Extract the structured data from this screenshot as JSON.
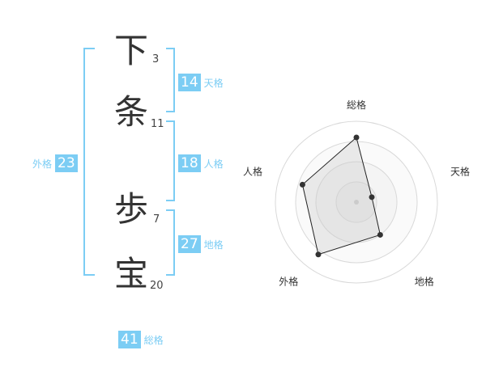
{
  "name": {
    "chars": [
      {
        "char": "下",
        "strokes": "3"
      },
      {
        "char": "条",
        "strokes": "11"
      },
      {
        "char": "歩",
        "strokes": "7"
      },
      {
        "char": "宝",
        "strokes": "20"
      }
    ]
  },
  "fortune": {
    "tenkaku": {
      "value": "14",
      "label": "天格"
    },
    "jinkaku": {
      "value": "18",
      "label": "人格"
    },
    "chikaku": {
      "value": "27",
      "label": "地格"
    },
    "gaikaku": {
      "value": "23",
      "label": "外格"
    },
    "soukaku": {
      "value": "41",
      "label": "総格"
    }
  },
  "colors": {
    "accent": "#7ccdf4",
    "bracket": "#7ccdf4",
    "text": "#333333"
  },
  "chart_data": {
    "type": "radar",
    "axes": [
      "総格",
      "天格",
      "地格",
      "外格",
      "人格"
    ],
    "values": [
      0.8,
      0.2,
      0.5,
      0.8,
      0.7
    ],
    "range": [
      0,
      1
    ],
    "rings": 4
  }
}
